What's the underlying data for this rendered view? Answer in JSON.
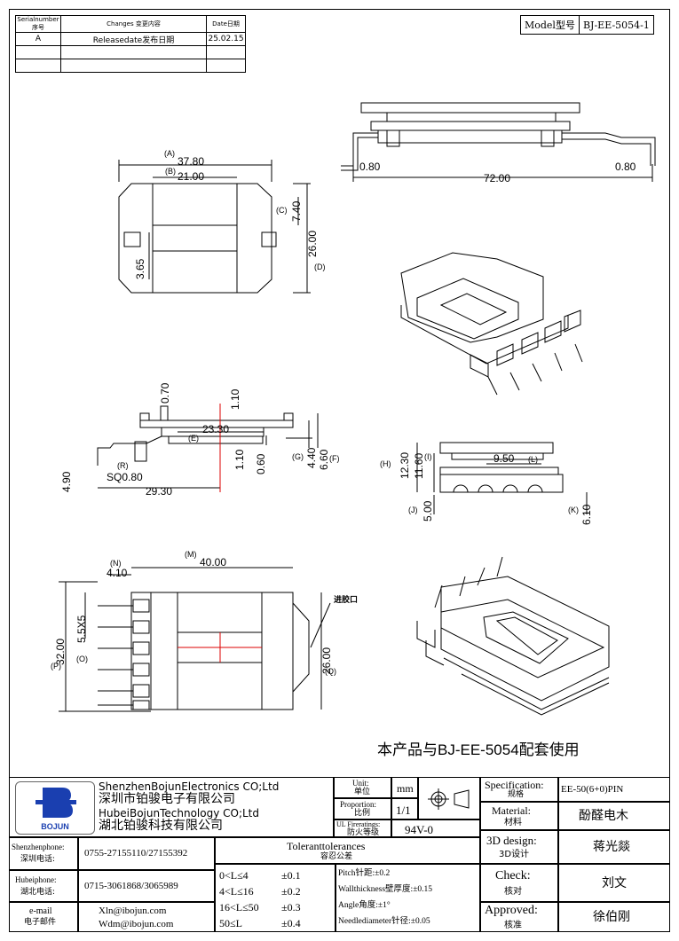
{
  "revision_table": {
    "headers": [
      "Serialnumber序号",
      "Changes 变更内容",
      "Date日期"
    ],
    "rows": [
      [
        "A",
        "Releasedate发布日期",
        "25.02.15"
      ],
      [
        "",
        "",
        ""
      ],
      [
        "",
        "",
        ""
      ]
    ]
  },
  "model": {
    "label": "Model型号",
    "value": "BJ-EE-5054-1"
  },
  "dims": {
    "a": "(A)",
    "b": "(B)",
    "c": "(C)",
    "d": "(D)",
    "v3780": "37.80",
    "v2100": "21.00",
    "v740": "7.40",
    "v2600": "26.00",
    "v365": "3.65",
    "v080l": "0.80",
    "v7200": "72.00",
    "v080r": "0.80",
    "v070": "0.70",
    "v110a": "1.10",
    "v2330": "23.30",
    "e": "(E)",
    "v110b": "1.10",
    "v060": "0.60",
    "g": "(G)",
    "v440": "4.40",
    "v660": "6.60",
    "f": "(F)",
    "v490": "4.90",
    "r": "(R)",
    "sq": "SQ0.80",
    "v2930": "29.30",
    "h": "(H)",
    "v1230": "12.30",
    "i": "(I)",
    "v1160": "11.60",
    "v950": "9.50",
    "l": "(L)",
    "j": "(J)",
    "v500": "5.00",
    "k": "(K)",
    "v610": "6.10",
    "n": "(N)",
    "m": "(M)",
    "v410": "4.10",
    "v4000": "40.00",
    "v3200": "32.00",
    "v55x5": "5.5X5",
    "o": "(O)",
    "p": "(P)",
    "v2600b": "26.00",
    "q": "(Q)",
    "inlet": "进胶口"
  },
  "note": "本产品与BJ-EE-5054配套使用",
  "company": {
    "name_en1": "ShenzhenBojunElectronics CO;Ltd",
    "name_cn1": "深圳市铂骏电子有限公司",
    "name_en2": "HubeiBojunTechnology CO;Ltd",
    "name_cn2": "湖北铂骏科技有限公司",
    "logo_text": "BOJUN"
  },
  "contacts": [
    {
      "label_en": "Shenzhenphone:",
      "label_cn": "深圳电话:",
      "value": "0755-27155110/27155392"
    },
    {
      "label_en": "Hubeiphone:",
      "label_cn": "湖北电话:",
      "value": "0715-3061868/3065989"
    },
    {
      "label_en": "e-mail",
      "label_cn": "电子邮件",
      "value1": "Xln@ibojun.com",
      "value2": "Wdm@ibojun.com"
    }
  ],
  "unit": {
    "label_en": "Unit:",
    "label_cn": "单位",
    "value": "mm"
  },
  "proportion": {
    "label_en": "Proportion:",
    "label_cn": "比例",
    "value": "1/1"
  },
  "ul": {
    "label_en": "UL Fireratings:",
    "label_cn": "防火等级",
    "value": "94V-0"
  },
  "tolerances": {
    "title_en": "Toleranttolerances",
    "title_cn": "容忍公差",
    "rows": [
      {
        "range": "0<L≤4",
        "tol": "±0.1"
      },
      {
        "range": "4<L≤16",
        "tol": "±0.2"
      },
      {
        "range": "16<L≤50",
        "tol": "±0.3"
      },
      {
        "range": "50≤L",
        "tol": "±0.4"
      }
    ],
    "notes": [
      "Pitch针距:±0.2",
      "Wallthickness壁厚度:±0.15",
      "Angle角度:±1°",
      "Needlediameter针径:±0.05"
    ]
  },
  "spec": {
    "label_en": "Specification:",
    "label_cn": "规格",
    "value": "EE-50(6+0)PIN"
  },
  "material": {
    "label_en": "Material:",
    "label_cn": "材料",
    "value": "酚醛电木"
  },
  "design3d": {
    "label_en": "3D design:",
    "label_cn": "3D设计",
    "value": "蒋光燚"
  },
  "check": {
    "label_en": "Check:",
    "label_cn": "核对",
    "value": "刘文"
  },
  "approved": {
    "label_en": "Approved:",
    "label_cn": "核准",
    "value": "徐伯刚"
  }
}
